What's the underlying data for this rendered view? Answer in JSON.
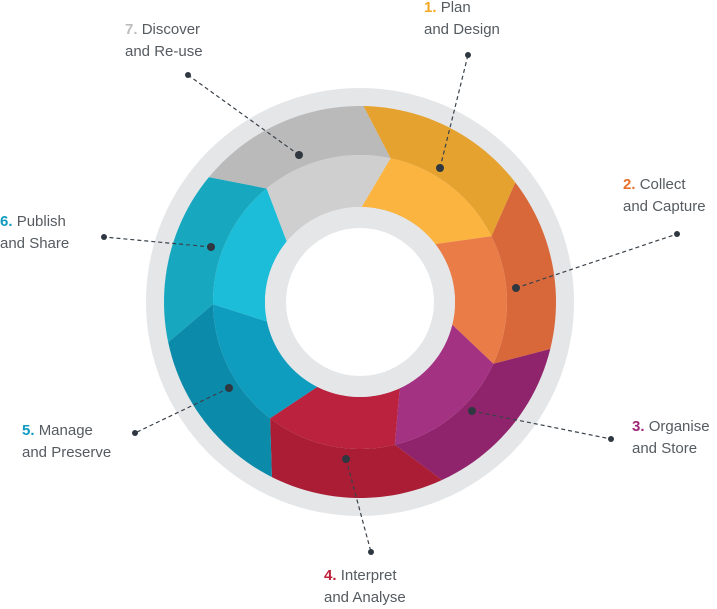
{
  "title_hidden": null,
  "stages": [
    {
      "number": "1.",
      "line1": "Plan",
      "line2": "and Design",
      "color": "#f5a623",
      "outer": "#e6a22e",
      "inner": "#fbb440"
    },
    {
      "number": "2.",
      "line1": "Collect",
      "line2": "and Capture",
      "color": "#e8702a",
      "outer": "#d8683a",
      "inner": "#ea7c48"
    },
    {
      "number": "3.",
      "line1": "Organise",
      "line2": "and Store",
      "color": "#a0287a",
      "outer": "#8f246c",
      "inner": "#a43282"
    },
    {
      "number": "4.",
      "line1": "Interpret",
      "line2": "and Analyse",
      "color": "#c01f3a",
      "outer": "#aa1d34",
      "inner": "#ba223e"
    },
    {
      "number": "5.",
      "line1": "Manage",
      "line2": "and Preserve",
      "color": "#0f9bbf",
      "outer": "#0b8ba9",
      "inner": "#0e9dbf"
    },
    {
      "number": "6.",
      "line1": "Publish",
      "line2": "and Share",
      "color": "#0f9bbf",
      "outer": "#17a8c0",
      "inner": "#1bbdd8"
    },
    {
      "number": "7.",
      "line1": "Discover",
      "line2": "and Re-use",
      "color": "#bdbdbd",
      "outer": "#bababa",
      "inner": "#cfcfcf"
    }
  ]
}
